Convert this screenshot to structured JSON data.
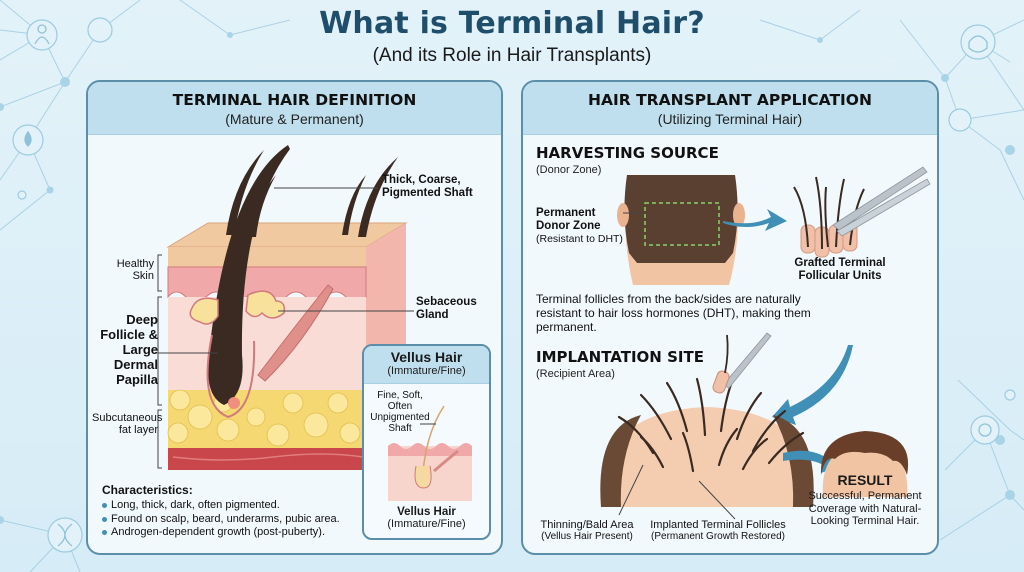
{
  "header": {
    "title": "What is Terminal Hair?",
    "subtitle": "(And its Role in Hair Transplants)"
  },
  "background": {
    "icons": [
      "doctor-icon",
      "dna-helix-icon",
      "water-drop-icon",
      "medical-cross-icon",
      "hair-follicle-icon",
      "face-hair-icon",
      "brain-icon",
      "mortar-icon",
      "pills-icon"
    ]
  },
  "left_panel": {
    "title": "TERMINAL HAIR DEFINITION",
    "subtitle": "(Mature & Permanent)",
    "labels": {
      "shaft": "Thick, Coarse, Pigmented Shaft",
      "skin": "Healthy Skin",
      "follicle": "Deep Follicle & Large Dermal Papilla",
      "gland": "Sebaceous Gland",
      "fat": "Subcutaneous fat layer"
    },
    "characteristics": {
      "title": "Characteristics:",
      "items": [
        "Long, thick, dark, often pigmented.",
        "Found on scalp, beard, underarms, pubic area.",
        "Androgen-dependent growth (post-puberty)."
      ]
    },
    "vellus": {
      "title": "Vellus Hair",
      "subtitle": "(Immature/Fine)",
      "shaft_label": "Fine, Soft, Often Unpigmented Shaft",
      "caption_title": "Vellus Hair",
      "caption_sub": "(Immature/Fine)"
    }
  },
  "right_panel": {
    "title": "HAIR TRANSPLANT APPLICATION",
    "subtitle": "(Utilizing Terminal Hair)",
    "harvesting": {
      "title": "HARVESTING SOURCE",
      "subtitle": "(Donor Zone)",
      "donor_label": "Permanent Donor Zone",
      "donor_sub": "(Resistant to DHT)",
      "grafts_label": "Grafted Terminal Follicular Units",
      "description": "Terminal follicles from the back/sides are naturally resistant to hair loss hormones (DHT), making them permanent."
    },
    "implantation": {
      "title": "IMPLANTATION SITE",
      "subtitle": "(Recipient Area)",
      "thinning_label": "Thinning/Bald Area",
      "thinning_sub": "(Vellus Hair Present)",
      "implanted_label": "Implanted Terminal Follicles",
      "implanted_sub": "(Permanent Growth Restored)"
    },
    "result": {
      "title": "RESULT",
      "description": "Successful, Permanent Coverage with Natural-Looking Terminal Hair."
    }
  },
  "colors": {
    "title": "#1f4e6b",
    "panel_border": "#5b8ea8",
    "panel_header": "#bfdfee",
    "arrow": "#3f8fb6",
    "hair": "#3a2a22",
    "skin": "#f3c9a8",
    "fat": "#f5d872"
  }
}
